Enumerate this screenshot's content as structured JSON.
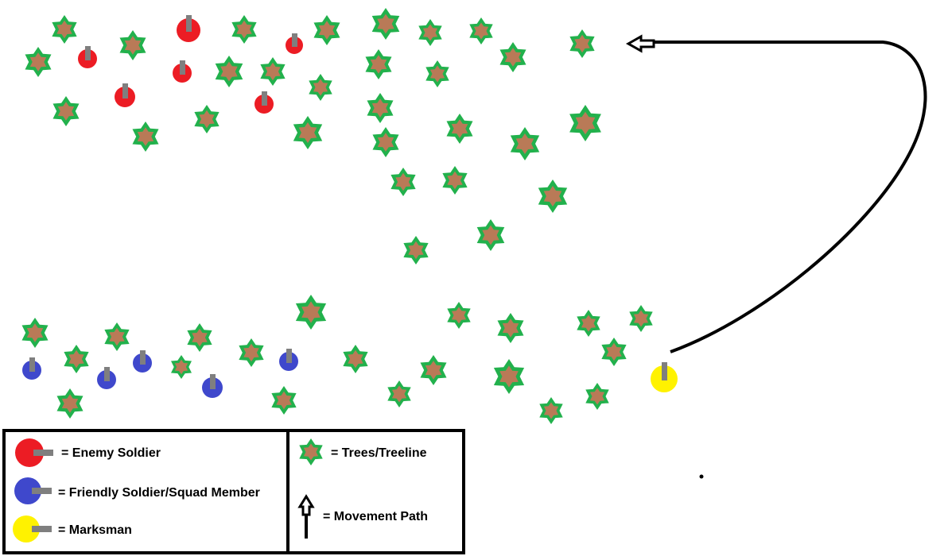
{
  "colors": {
    "enemy": "#ec1c24",
    "friendly": "#3f48cc",
    "marksman": "#fff200",
    "weapon": "#7f7f7f",
    "tree_outer": "#22b14c",
    "tree_inner": "#b97a57",
    "path": "#000000"
  },
  "legend": {
    "enemy_label": "= Enemy Soldier",
    "friendly_label": "= Friendly Soldier/Squad Member",
    "marksman_label": "= Marksman",
    "trees_label": "= Trees/Treeline",
    "movement_label": "= Movement Path"
  }
}
